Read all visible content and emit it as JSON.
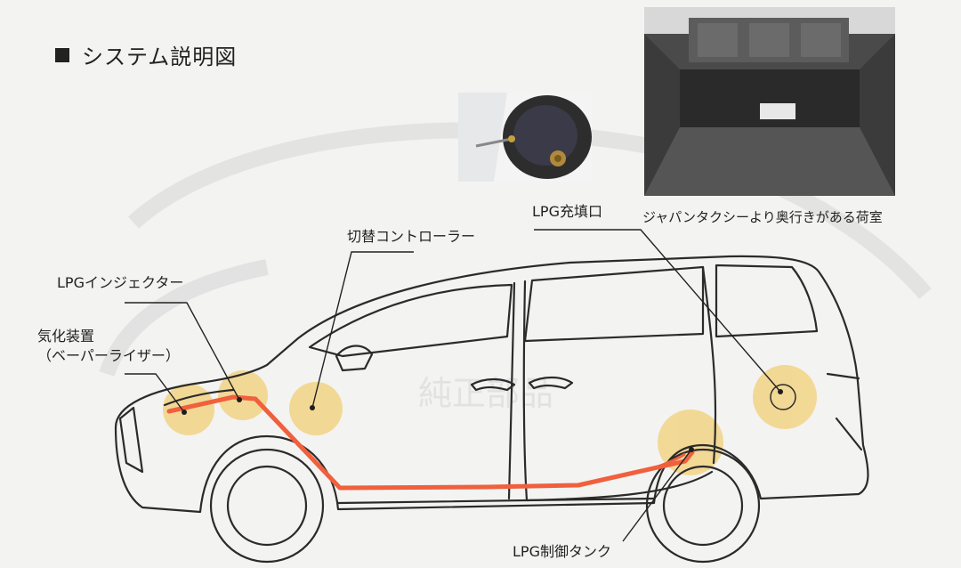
{
  "title": "システム説明図",
  "labels": {
    "vaporizer_line1": "気化装置",
    "vaporizer_line2": "（ベーパーライザー）",
    "injector": "LPGインジェクター",
    "controller": "切替コントローラー",
    "filler": "LPG充填口",
    "tank": "LPG制御タンク",
    "cargo_caption": "ジャパンタクシーより奥行きがある荷室"
  },
  "background_text": "純正部品",
  "colors": {
    "pipe": "#f0603c",
    "highlight": "#f2c24a",
    "outline": "#2b2b2b",
    "text": "#222222"
  }
}
